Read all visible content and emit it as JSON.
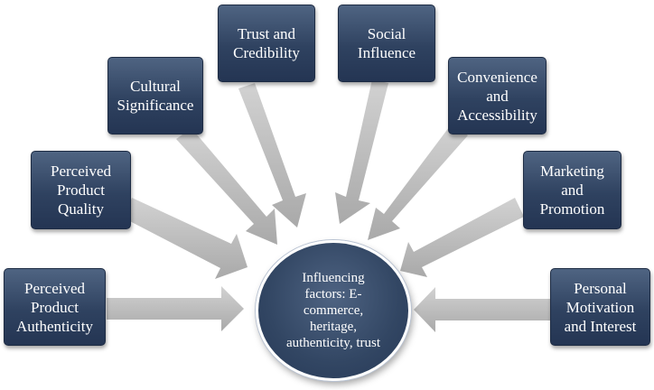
{
  "center": {
    "text": "Influencing factors: E-commerce, heritage, authenticity, trust"
  },
  "factors": [
    {
      "id": "authenticity",
      "label": "Perceived Product Authenticity"
    },
    {
      "id": "quality",
      "label": "Perceived Product Quality"
    },
    {
      "id": "cultural",
      "label": "Cultural Significance"
    },
    {
      "id": "trust",
      "label": "Trust and Credibility"
    },
    {
      "id": "social",
      "label": "Social Influence"
    },
    {
      "id": "convenience",
      "label": "Convenience and Accessibility"
    },
    {
      "id": "marketing",
      "label": "Marketing and Promotion"
    },
    {
      "id": "motivation",
      "label": "Personal Motivation and Interest"
    }
  ],
  "colors": {
    "box": "#2f4260",
    "arrow": "#b9b9b9",
    "text": "#ffffff"
  }
}
